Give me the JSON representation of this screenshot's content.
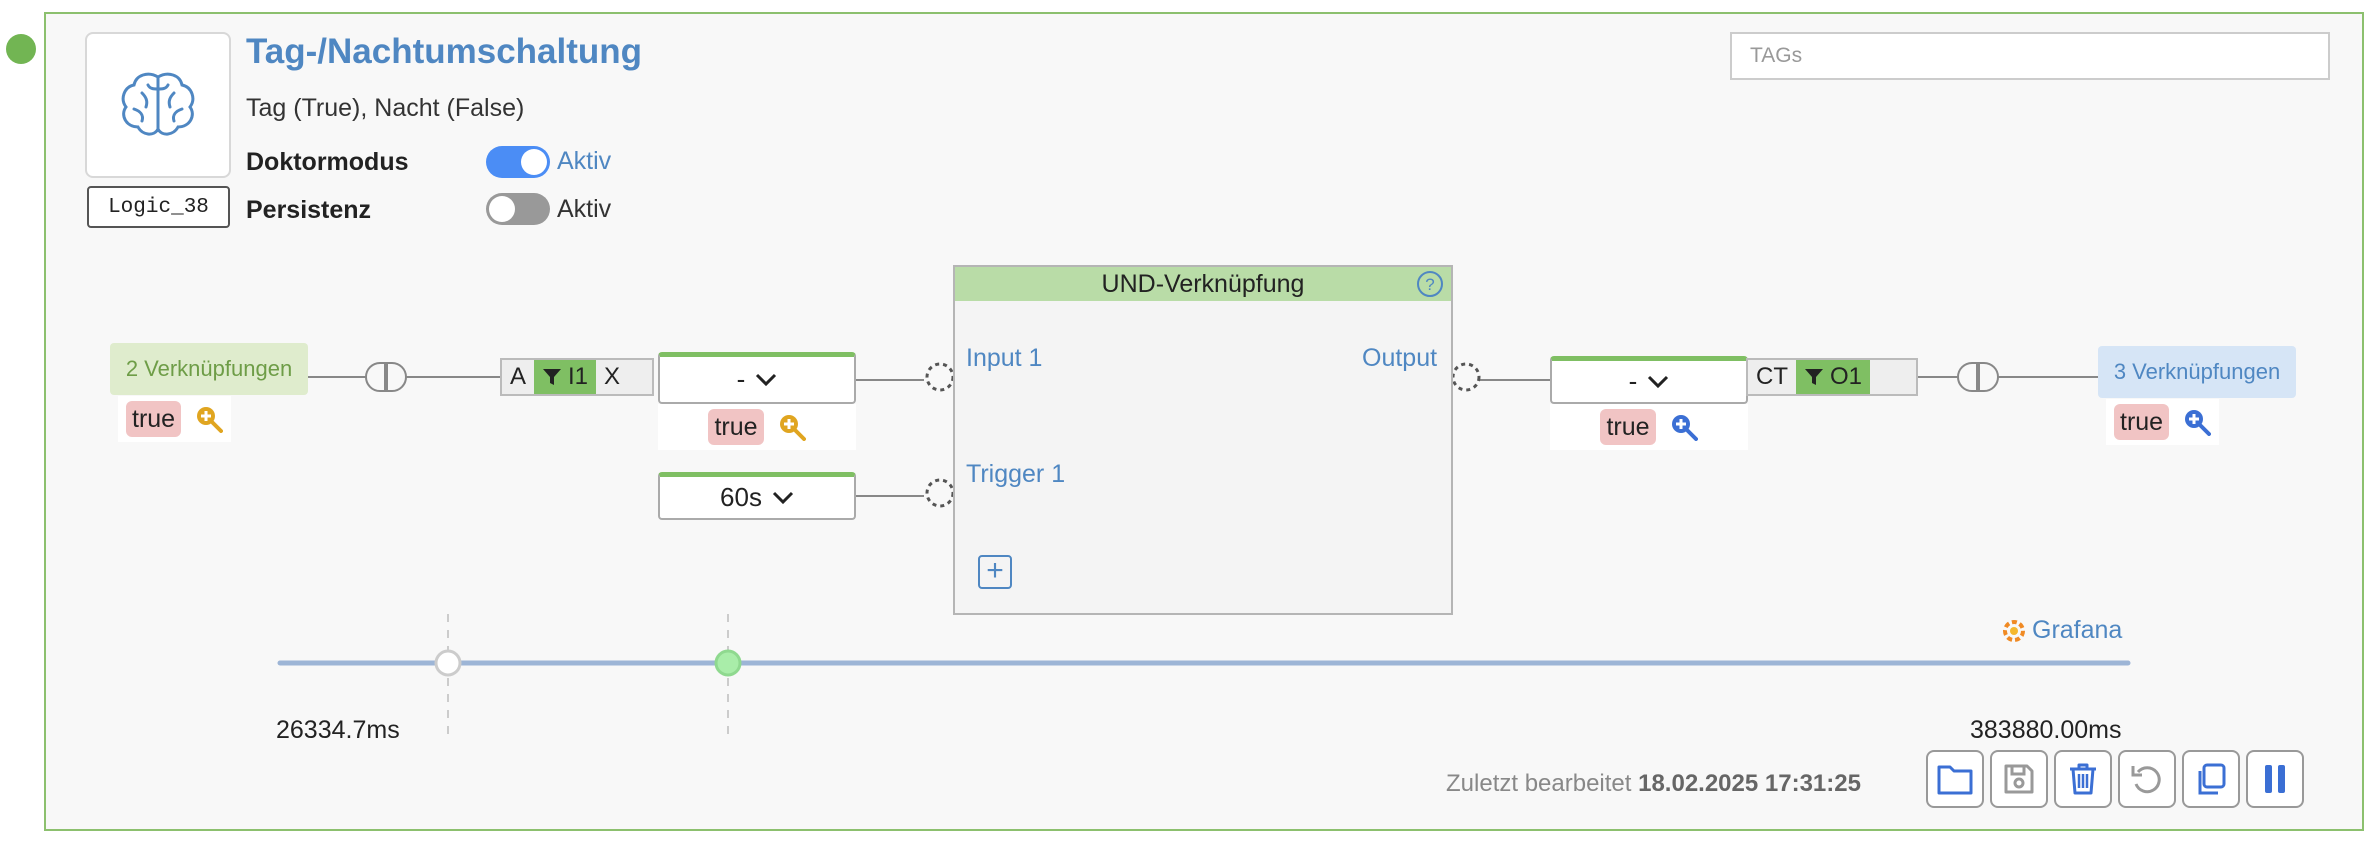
{
  "block": {
    "title": "Tag-/Nachtumschaltung",
    "description": "Tag (True), Nacht (False)",
    "id": "Logic_38",
    "icon": "brain-icon",
    "status_color": "#72b553"
  },
  "settings": {
    "doctor_label": "Doktormodus",
    "doctor_state": "Aktiv",
    "doctor_enabled": true,
    "persist_label": "Persistenz",
    "persist_state": "Aktiv",
    "persist_enabled": false
  },
  "tags": {
    "placeholder": "TAGs"
  },
  "input_side": {
    "links_label": "2 Verknüpfungen",
    "value": "true",
    "filter": {
      "left": "A",
      "middle": "I1",
      "right": "X"
    },
    "select_value": "-",
    "select_result": "true",
    "trigger_select": "60s"
  },
  "gate": {
    "title": "UND-Verknüpfung",
    "input_port": "Input 1",
    "trigger_port": "Trigger 1",
    "output_port": "Output",
    "add_symbol": "+"
  },
  "output_side": {
    "select_value": "-",
    "select_result": "true",
    "filter": {
      "left": "CT",
      "middle": "O1"
    },
    "links_label": "3 Verknüpfungen",
    "value": "true"
  },
  "timeline": {
    "left_time": "26334.7ms",
    "right_time": "383880.00ms",
    "grafana_label": "Grafana"
  },
  "footer": {
    "last_edited_label": "Zuletzt bearbeitet",
    "last_edited_time": "18.02.2025 17:31:25"
  },
  "colors": {
    "accent_blue": "#4f87c2",
    "toggle_on": "#4b8df5",
    "green": "#7fbf63",
    "chip_red": "#f1c4c4"
  }
}
